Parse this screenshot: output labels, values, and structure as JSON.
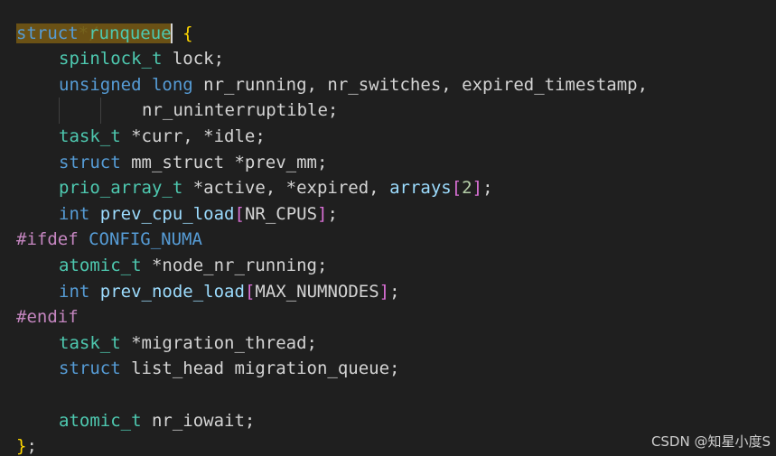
{
  "code": {
    "line0": "*/",
    "l1_kw": "struct",
    "l1_name": "runqueue",
    "l1_brace": "{",
    "l2_type": "spinlock_t",
    "l2_rest": " lock;",
    "l3_kw": "unsigned long",
    "l3_rest": " nr_running, nr_switches, expired_timestamp,",
    "l4_rest": "nr_uninterruptible;",
    "l5_type": "task_t",
    "l5_rest": " *curr, *idle;",
    "l6_kw": "struct",
    "l6_rest": " mm_struct *prev_mm;",
    "l7_type": "prio_array_t",
    "l7_rest": " *active, *expired, ",
    "l7_arr": "arrays",
    "l7_open": "[",
    "l7_num": "2",
    "l7_close": "]",
    "l7_semi": ";",
    "l8_kw": "int",
    "l8_fn": "prev_cpu_load",
    "l8_open": "[",
    "l8_macro": "NR_CPUS",
    "l8_close": "]",
    "l8_semi": ";",
    "l9_pp": "#ifdef",
    "l9_macro": "CONFIG_NUMA",
    "l10_type": "atomic_t",
    "l10_rest": " *node_nr_running;",
    "l11_kw": "int",
    "l11_fn": "prev_node_load",
    "l11_open": "[",
    "l11_macro": "MAX_NUMNODES",
    "l11_close": "]",
    "l11_semi": ";",
    "l12_pp": "#endif",
    "l13_type": "task_t",
    "l13_rest": " *migration_thread;",
    "l14_kw": "struct",
    "l14_rest": " list_head migration_queue;",
    "l16_type": "atomic_t",
    "l16_rest": " nr_iowait;",
    "l17_close": "}",
    "l17_semi": ";"
  },
  "watermark": "CSDN @知星小度S",
  "colors": {
    "background": "#1f1f1f",
    "keyword": "#569cd6",
    "type": "#4ec9b0",
    "function": "#dcdcaa",
    "preprocessor": "#c586c0",
    "bracket": "#ffd700"
  }
}
